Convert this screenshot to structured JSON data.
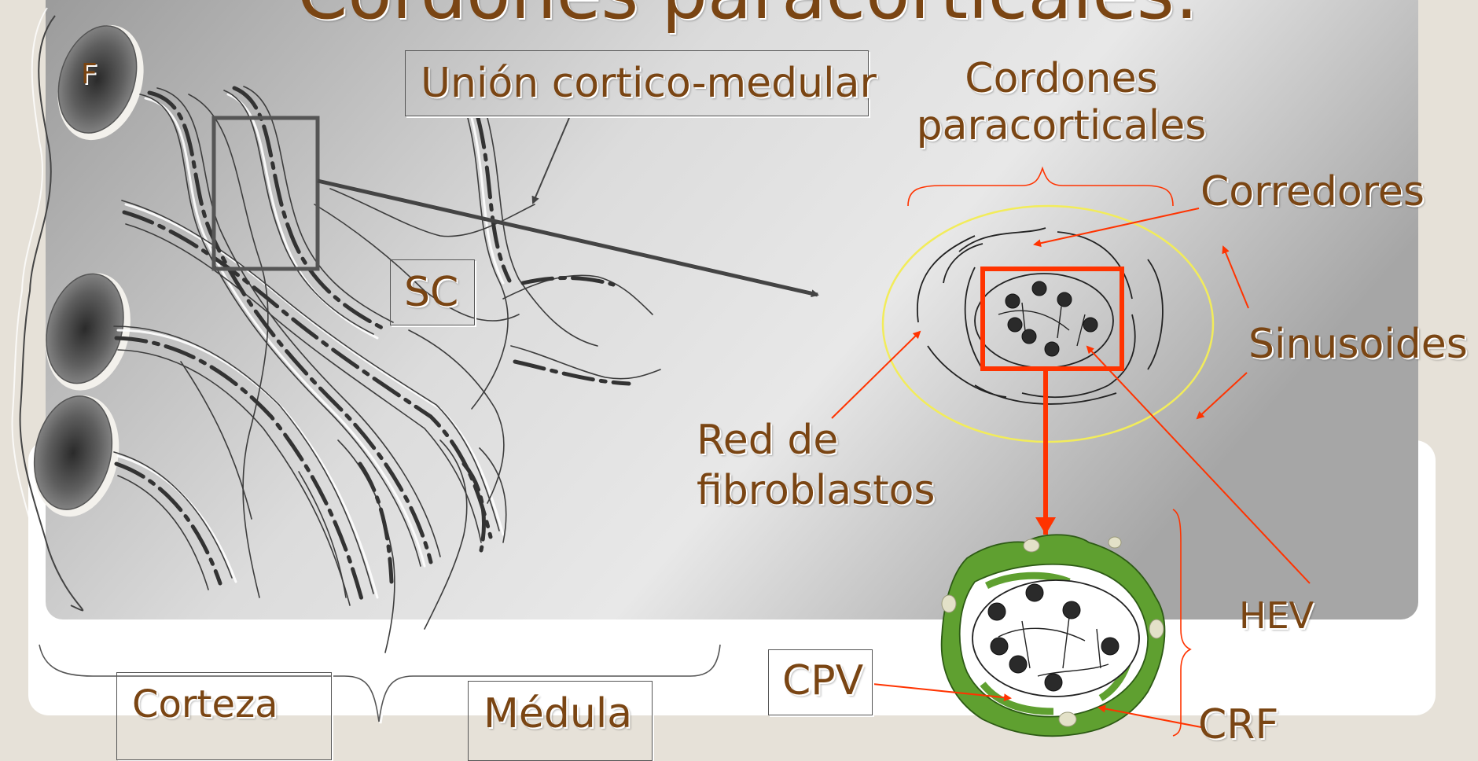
{
  "slide": {
    "title": "Cordones paracorticales:",
    "colors": {
      "background": "#e6e1d8",
      "label": "#7a4513",
      "pointer": "#ff3300",
      "hev_wall": "#5fa030",
      "capsule": "#f2ec5a"
    }
  },
  "labels": {
    "follicle": "F",
    "cortico_medular": "Unión cortico-medular",
    "cordones": "Cordones\nparacorticales",
    "corredores": "Corredores",
    "sc": "SC",
    "sinusoides": "Sinusoides",
    "red_fibroblastos": "Red de\nfibroblastos",
    "hev": "HEV",
    "cpv": "CPV",
    "crf": "CRF",
    "corteza": "Corteza",
    "medula": "Médula"
  }
}
